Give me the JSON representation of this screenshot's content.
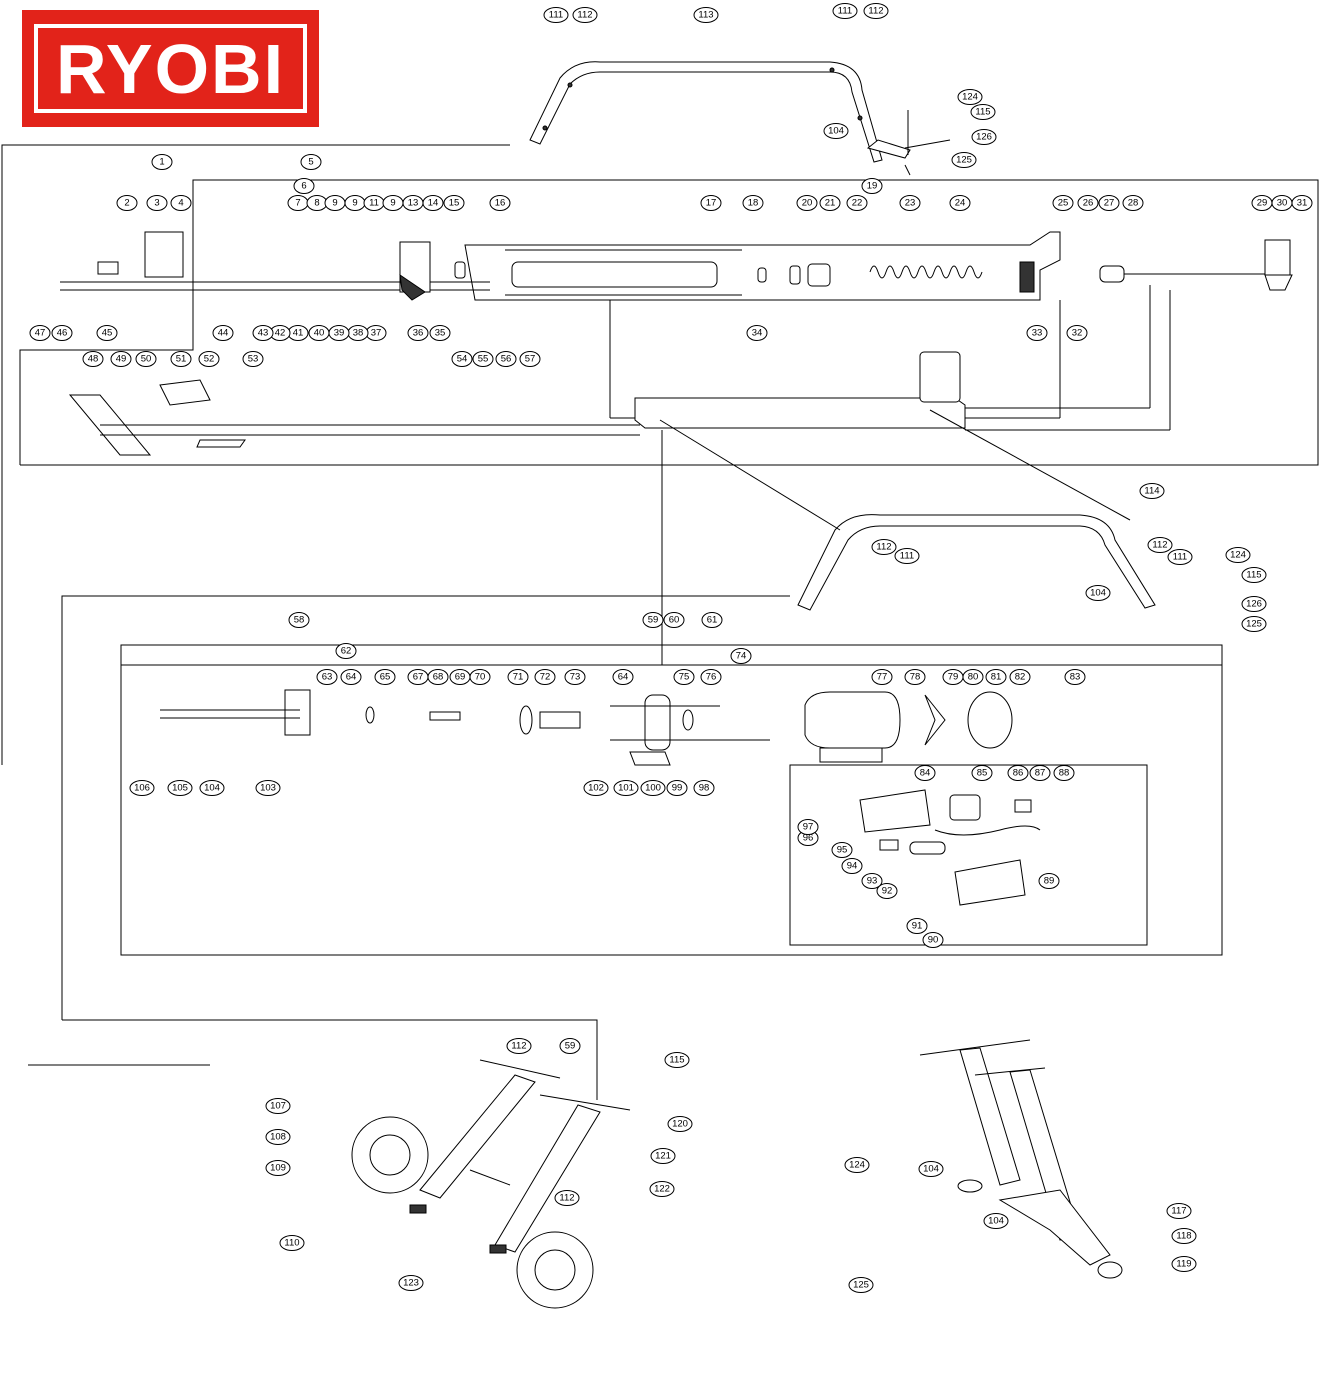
{
  "logo": {
    "text": "RYOBI",
    "color": "#e2231a"
  },
  "callouts": [
    "1",
    "2",
    "3",
    "4",
    "5",
    "6",
    "7",
    "8",
    "9",
    "9",
    "11",
    "9",
    "13",
    "14",
    "15",
    "16",
    "17",
    "18",
    "19",
    "20",
    "21",
    "22",
    "23",
    "24",
    "25",
    "26",
    "27",
    "28",
    "29",
    "30",
    "31",
    "32",
    "33",
    "34",
    "35",
    "36",
    "37",
    "38",
    "39",
    "40",
    "41",
    "42",
    "43",
    "44",
    "45",
    "46",
    "47",
    "48",
    "49",
    "50",
    "51",
    "52",
    "53",
    "54",
    "55",
    "56",
    "57",
    "58",
    "59",
    "60",
    "61",
    "62",
    "63",
    "64",
    "64",
    "65",
    "67",
    "68",
    "69",
    "70",
    "71",
    "72",
    "73",
    "74",
    "75",
    "76",
    "77",
    "78",
    "79",
    "80",
    "81",
    "82",
    "83",
    "84",
    "85",
    "86",
    "87",
    "88",
    "89",
    "90",
    "91",
    "92",
    "93",
    "94",
    "95",
    "96",
    "97",
    "98",
    "99",
    "100",
    "101",
    "102",
    "103",
    "104",
    "105",
    "106",
    "111",
    "112",
    "113",
    "111",
    "112",
    "124",
    "104",
    "115",
    "126",
    "125",
    "114",
    "112",
    "111",
    "124",
    "104",
    "115",
    "126",
    "125",
    "112",
    "111",
    "112",
    "59",
    "115",
    "120",
    "107",
    "108",
    "109",
    "121",
    "112",
    "122",
    "110",
    "123",
    "124",
    "104",
    "117",
    "104",
    "118",
    "125",
    "119"
  ]
}
